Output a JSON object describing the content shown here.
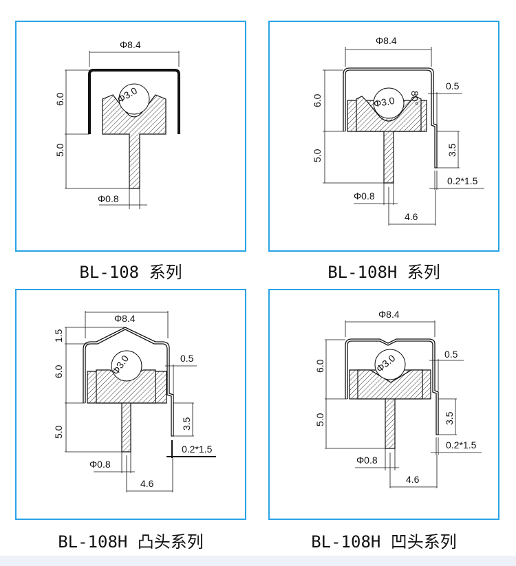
{
  "panels": [
    {
      "caption": "BL-108 系列",
      "dims": {
        "outer_dia": "Φ8.4",
        "ball_dia": "Φ3.0",
        "height_body": "6.0",
        "height_stem": "5.0",
        "stem_dia": "Φ0.8"
      }
    },
    {
      "caption": "BL-108H 系列",
      "dims": {
        "outer_dia": "Φ8.4",
        "ball_dia": "Φ3.0",
        "angle": "80°",
        "height_body": "6.0",
        "height_stem": "5.0",
        "stem_dia": "Φ0.8",
        "offset": "0.5",
        "pin_height": "3.5",
        "pin_size": "0.2*1.5",
        "pin_spacing": "4.6"
      }
    },
    {
      "caption": "BL-108H 凸头系列",
      "dims": {
        "outer_dia": "Φ8.4",
        "ball_dia": "Φ3.0",
        "dome_height": "1.5",
        "height_body": "6.0",
        "height_stem": "5.0",
        "stem_dia": "Φ0.8",
        "offset": "0.5",
        "pin_height": "3.5",
        "pin_size": "0.2*1.5",
        "pin_spacing": "4.6"
      }
    },
    {
      "caption": "BL-108H 凹头系列",
      "dims": {
        "outer_dia": "Φ8.4",
        "ball_dia": "Φ3.0",
        "height_body": "6.0",
        "height_stem": "5.0",
        "stem_dia": "Φ0.8",
        "offset": "0.5",
        "pin_height": "3.5",
        "pin_size": "0.2*1.5",
        "pin_spacing": "4.6"
      }
    }
  ],
  "colors": {
    "frame": "#29a3e6",
    "line": "#111111"
  }
}
